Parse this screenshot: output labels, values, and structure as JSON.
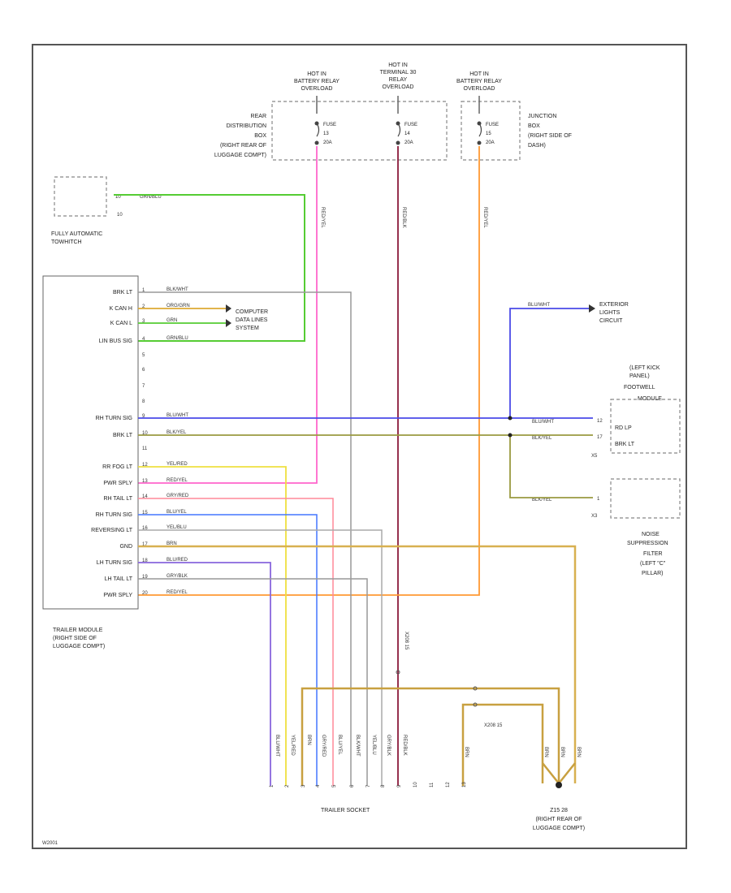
{
  "power_sources": [
    {
      "text": [
        "HOT IN",
        "BATTERY RELAY",
        "OVERLOAD"
      ],
      "fuse": [
        "FUSE",
        "13",
        "20A"
      ],
      "wire": "RED/YEL"
    },
    {
      "text": [
        "HOT IN",
        "TERMINAL 30",
        "RELAY",
        "OVERLOAD"
      ],
      "fuse": [
        "FUSE",
        "14",
        "20A"
      ],
      "wire": "RED/BLK"
    },
    {
      "text": [
        "HOT IN",
        "BATTERY RELAY",
        "OVERLOAD"
      ],
      "fuse": [
        "FUSE",
        "15",
        "20A"
      ],
      "wire": "RED/YEL"
    }
  ],
  "rear_distribution_box": [
    "REAR",
    "DISTRIBUTION",
    "BOX",
    "(RIGHT REAR OF",
    "LUGGAGE COMPT)"
  ],
  "junction_box": [
    "JUNCTION",
    "BOX",
    "(RIGHT SIDE OF",
    "DASH)"
  ],
  "fully_automatic_towhitch": {
    "label": [
      "FULLY AUTOMATIC",
      "TOWHITCH"
    ],
    "pin": "10",
    "wire": "GRN/BLU"
  },
  "trailer_module": {
    "label": [
      "TRAILER MODULE",
      "(RIGHT SIDE OF",
      "LUGGAGE COMPT)"
    ],
    "pins": [
      {
        "name": "BRK LT",
        "pin": "1",
        "wire": "BLK/WHT"
      },
      {
        "name": "K CAN H",
        "pin": "2",
        "wire": "ORG/GRN"
      },
      {
        "name": "K CAN L",
        "pin": "3",
        "wire": "GRN"
      },
      {
        "name": "LIN BUS SIG",
        "pin": "4",
        "wire": "GRN/BLU"
      },
      {
        "name": "",
        "pin": "5",
        "wire": ""
      },
      {
        "name": "",
        "pin": "6",
        "wire": ""
      },
      {
        "name": "",
        "pin": "7",
        "wire": ""
      },
      {
        "name": "",
        "pin": "8",
        "wire": ""
      },
      {
        "name": "RH TURN SIG",
        "pin": "9",
        "wire": "BLU/WHT"
      },
      {
        "name": "BRK LT",
        "pin": "10",
        "wire": "BLK/YEL"
      },
      {
        "name": "",
        "pin": "11",
        "wire": ""
      },
      {
        "name": "RR FOG LT",
        "pin": "12",
        "wire": "YEL/RED"
      },
      {
        "name": "PWR SPLY",
        "pin": "13",
        "wire": "RED/YEL"
      },
      {
        "name": "RH TAIL LT",
        "pin": "14",
        "wire": "GRY/RED"
      },
      {
        "name": "RH TURN SIG",
        "pin": "15",
        "wire": "BLU/YEL"
      },
      {
        "name": "REVERSING LT",
        "pin": "16",
        "wire": "YEL/BLU"
      },
      {
        "name": "GND",
        "pin": "17",
        "wire": "BRN"
      },
      {
        "name": "LH TURN SIG",
        "pin": "18",
        "wire": "BLU/RED"
      },
      {
        "name": "LH TAIL LT",
        "pin": "19",
        "wire": "GRY/BLK"
      },
      {
        "name": "PWR SPLY",
        "pin": "20",
        "wire": "RED/YEL"
      }
    ]
  },
  "computer_data_lines": [
    "COMPUTER",
    "DATA LINES",
    "SYSTEM"
  ],
  "exterior_lights": {
    "label": [
      "EXTERIOR",
      "LIGHTS",
      "CIRCUIT"
    ],
    "wire": "BLU/WHT"
  },
  "left_kick_panel": {
    "label": [
      "(LEFT KICK",
      "PANEL)",
      "FOOTWELL",
      "MODULE"
    ],
    "pins": [
      {
        "name": "RD LP",
        "pin": "12",
        "wire": "BLU/WHT"
      },
      {
        "name": "BRK LT",
        "pin": "17",
        "wire": "BLK/YEL"
      }
    ],
    "connector": "X5"
  },
  "noise_suppression_filter": {
    "label": [
      "NOISE",
      "SUPPRESSION",
      "FILTER",
      "(LEFT \"C\"",
      "PILLAR)"
    ],
    "pin": "1",
    "connector": "X3",
    "wire": "BLK/YEL"
  },
  "socket_wires": [
    "BLU/WHT",
    "YEL/RED",
    "BRN",
    "GRY/RED",
    "BLU/YEL",
    "BLK/WHT",
    "YEL/BLU",
    "GRY/BLK",
    "RED/BLK"
  ],
  "socket_pins": [
    "1",
    "2",
    "3",
    "4",
    "5",
    "6",
    "7",
    "8",
    "9",
    "10",
    "11",
    "12",
    "13"
  ],
  "trailer_socket": "TRAILER SOCKET",
  "ground": {
    "wires": [
      "BRN",
      "BRN",
      "BRN"
    ],
    "name": "Z15 28",
    "location": [
      "(RIGHT REAR OF",
      "LUGGAGE COMPT)"
    ]
  },
  "splice_1": "X208 15",
  "splice_2": "X208 15",
  "footer_code": "W2001",
  "colors": {
    "frame": "#555555",
    "pink": "#ff66cc",
    "darkred": "#8b1a3a",
    "orange": "#ff9933",
    "green": "#55cc33",
    "blue": "#4a4ae8",
    "olive": "#9a9a40",
    "yellow": "#eee040",
    "gray": "#999999",
    "brown": "#c8a040",
    "purple": "#8844cc",
    "redorange": "#ff5533",
    "lightblue": "#4477ff"
  }
}
